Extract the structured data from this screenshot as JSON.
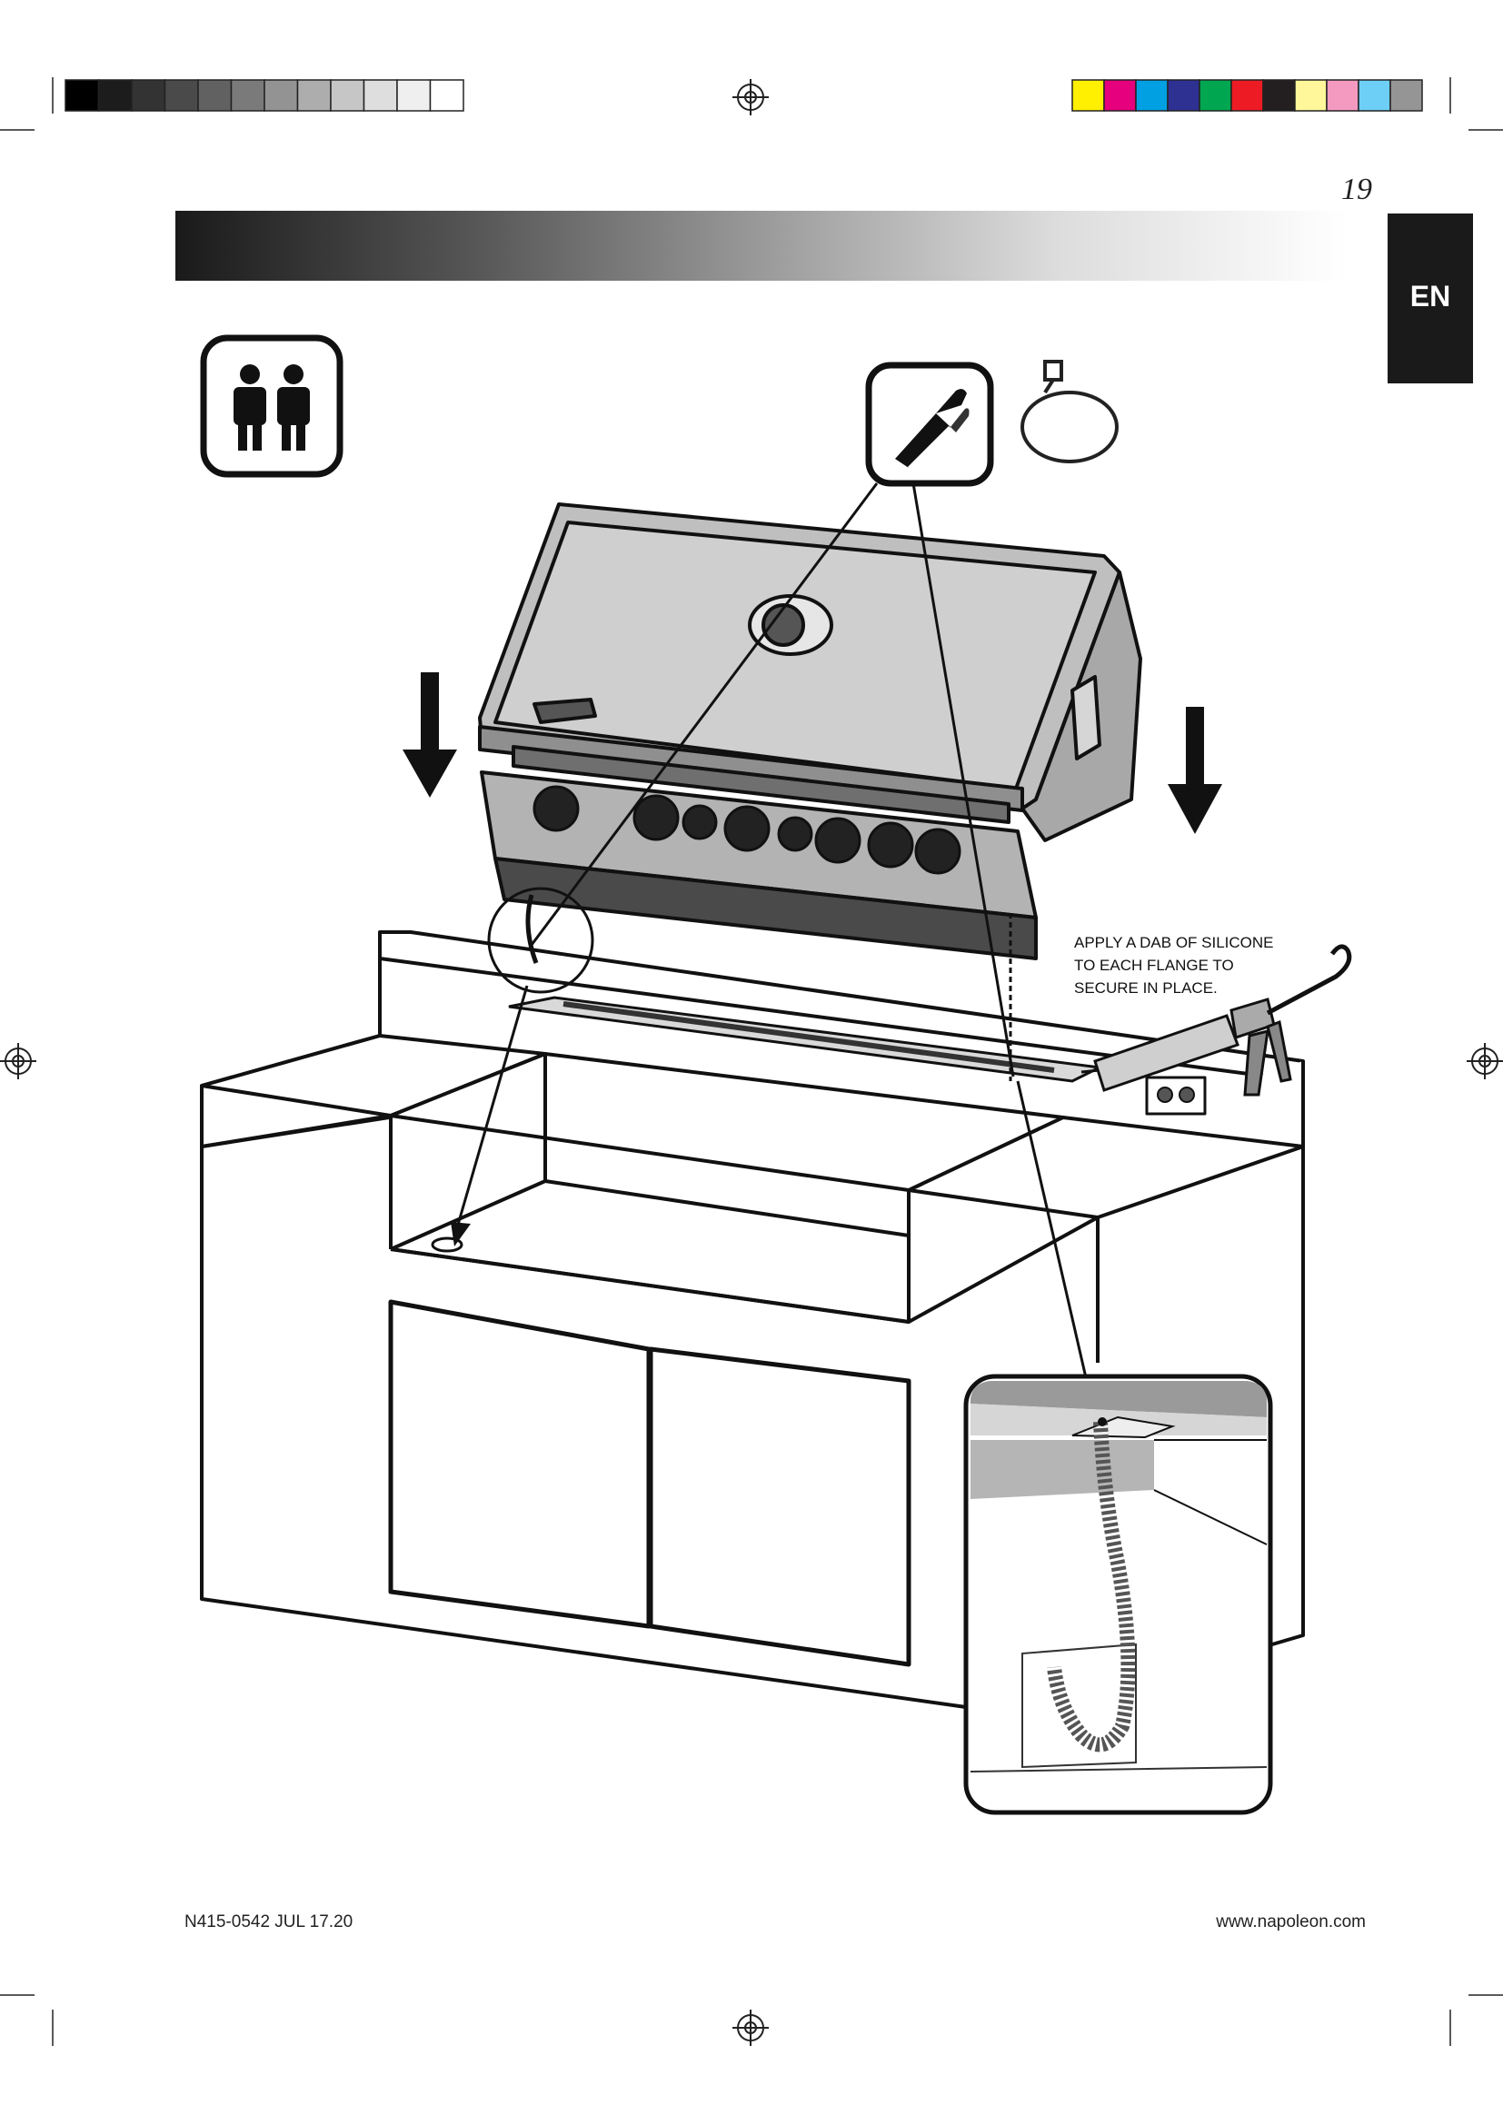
{
  "page": {
    "number": "19",
    "language_tab": "EN",
    "instruction_note": [
      "APPLY  A DAB OF SILICONE",
      "TO EACH FLANGE TO",
      "SECURE IN PLACE."
    ],
    "footer_code": "N415-0542 JUL 17.20",
    "footer_url": "www.napoleon.com"
  },
  "print_marks": {
    "grayscale_swatches": [
      "#000000",
      "#1c1c1c",
      "#333333",
      "#4a4a4a",
      "#616161",
      "#7a7a7a",
      "#939393",
      "#adadad",
      "#c6c6c6",
      "#dedede",
      "#efefef",
      "#ffffff"
    ],
    "color_swatches": [
      "#ffef00",
      "#e6007e",
      "#00a0e3",
      "#2e3192",
      "#00a650",
      "#ed1c24",
      "#231f20",
      "#fff799",
      "#f49ac1",
      "#6dcff6",
      "#959595"
    ]
  },
  "icons": {
    "two_person": "two-person-lift-icon",
    "tool": "side-cutters-icon",
    "part": "cable-tie-icon",
    "registration": "registration-mark-icon"
  }
}
